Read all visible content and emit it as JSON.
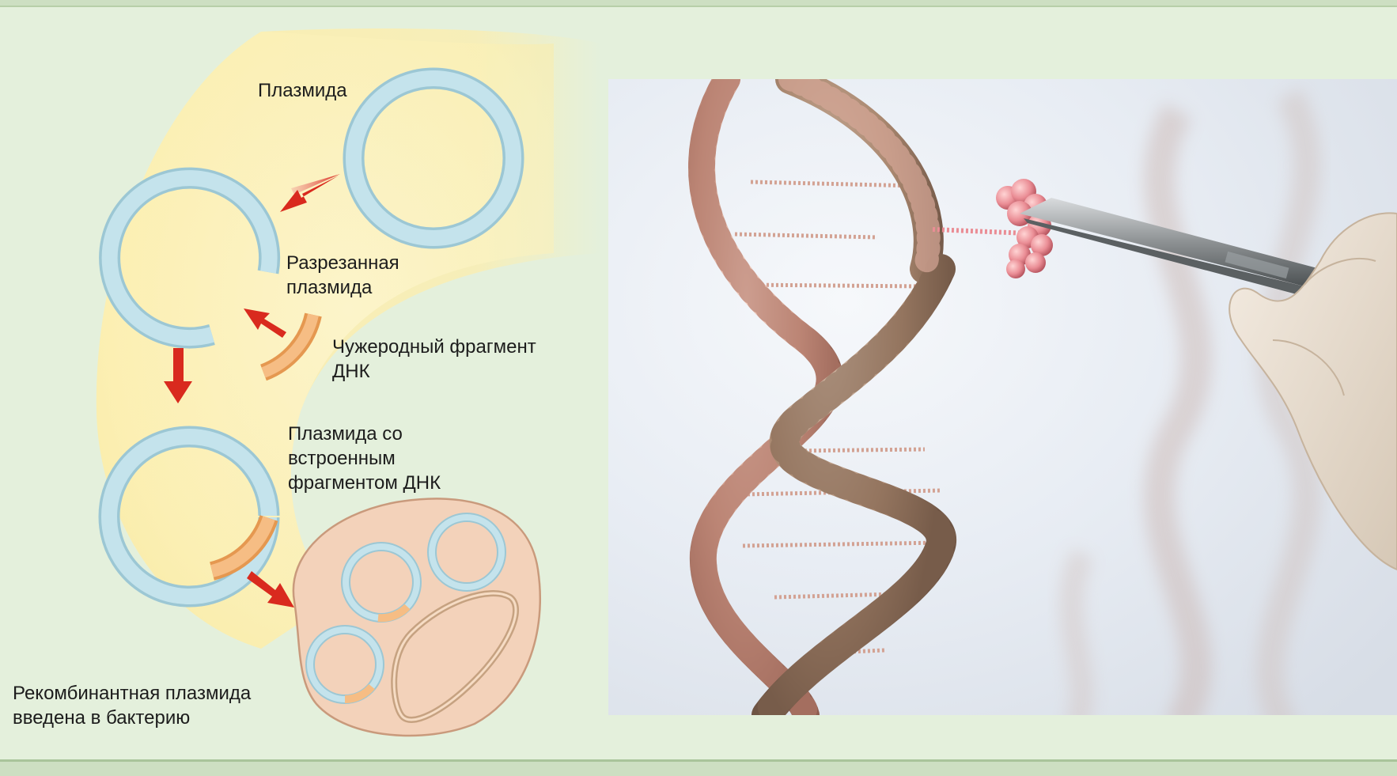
{
  "diagram": {
    "labels": {
      "plasmid": "Плазмида",
      "cut_plasmid": "Разрезанная\nплазмида",
      "foreign_fragment": "Чужеродный фрагмент\nДНК",
      "plasmid_with_fragment": "Плазмида со\nвстроенным\nфрагментом ДНК",
      "recombinant_in_bacterium": "Рекомбинантная плазмида\nвведена в бактерию"
    },
    "colors": {
      "plasmid_ring": "#b8dce6",
      "dna_fragment": "#f0a860",
      "arrow": "#d92a1e",
      "backdrop": "#fbefb6",
      "bacterium": "#f3d2ba"
    }
  },
  "photo": {
    "subject": "dna-double-helix-with-tweezers",
    "icons": [
      "dna-helix-icon",
      "tweezers-icon",
      "gloved-hand-icon"
    ]
  }
}
